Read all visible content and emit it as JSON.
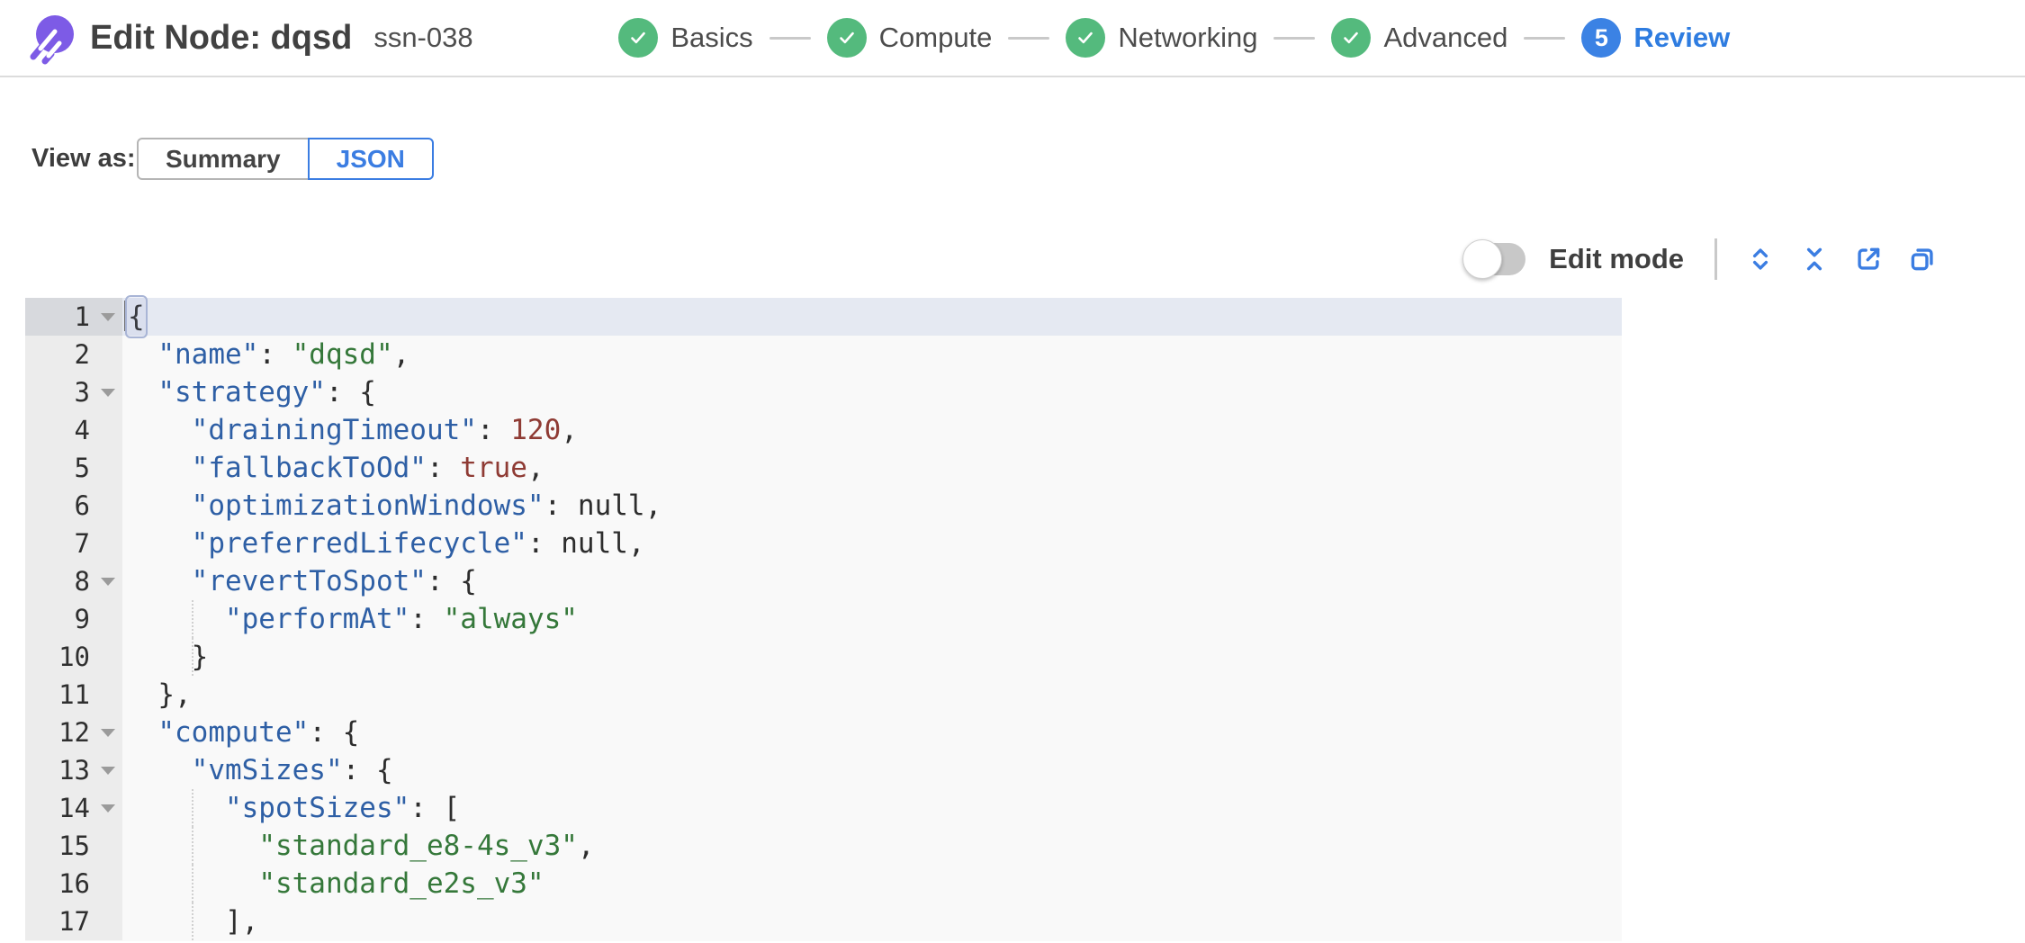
{
  "header": {
    "title": "Edit Node: dqsd",
    "node_id": "ssn-038",
    "steps": [
      {
        "label": "Basics",
        "state": "done"
      },
      {
        "label": "Compute",
        "state": "done"
      },
      {
        "label": "Networking",
        "state": "done"
      },
      {
        "label": "Advanced",
        "state": "done"
      },
      {
        "label": "Review",
        "state": "current",
        "number": "5"
      }
    ]
  },
  "view_as": {
    "label": "View as:",
    "options": [
      {
        "label": "Summary",
        "selected": false
      },
      {
        "label": "JSON",
        "selected": true
      }
    ]
  },
  "toolbar": {
    "edit_mode_label": "Edit mode",
    "edit_mode_on": false,
    "icons": [
      "expand-rows-icon",
      "collapse-rows-icon",
      "export-icon",
      "copy-icon"
    ]
  },
  "editor": {
    "active_line": 1,
    "lines": [
      {
        "num": 1,
        "fold": true,
        "cursor": true,
        "guides": [],
        "segments": [
          {
            "t": "plain",
            "c": "{",
            "bracket": true
          }
        ]
      },
      {
        "num": 2,
        "fold": false,
        "guides": [],
        "segments": [
          {
            "t": "plain",
            "c": "  "
          },
          {
            "t": "key",
            "c": "\"name\""
          },
          {
            "t": "plain",
            "c": ": "
          },
          {
            "t": "str",
            "c": "\"dqsd\""
          },
          {
            "t": "plain",
            "c": ","
          }
        ]
      },
      {
        "num": 3,
        "fold": true,
        "guides": [],
        "segments": [
          {
            "t": "plain",
            "c": "  "
          },
          {
            "t": "key",
            "c": "\"strategy\""
          },
          {
            "t": "plain",
            "c": ": {"
          }
        ]
      },
      {
        "num": 4,
        "fold": false,
        "guides": [],
        "segments": [
          {
            "t": "plain",
            "c": "    "
          },
          {
            "t": "key",
            "c": "\"drainingTimeout\""
          },
          {
            "t": "plain",
            "c": ": "
          },
          {
            "t": "num",
            "c": "120"
          },
          {
            "t": "plain",
            "c": ","
          }
        ]
      },
      {
        "num": 5,
        "fold": false,
        "guides": [],
        "segments": [
          {
            "t": "plain",
            "c": "    "
          },
          {
            "t": "key",
            "c": "\"fallbackToOd\""
          },
          {
            "t": "plain",
            "c": ": "
          },
          {
            "t": "num",
            "c": "true"
          },
          {
            "t": "plain",
            "c": ","
          }
        ]
      },
      {
        "num": 6,
        "fold": false,
        "guides": [],
        "segments": [
          {
            "t": "plain",
            "c": "    "
          },
          {
            "t": "key",
            "c": "\"optimizationWindows\""
          },
          {
            "t": "plain",
            "c": ": null,"
          }
        ]
      },
      {
        "num": 7,
        "fold": false,
        "guides": [],
        "segments": [
          {
            "t": "plain",
            "c": "    "
          },
          {
            "t": "key",
            "c": "\"preferredLifecycle\""
          },
          {
            "t": "plain",
            "c": ": null,"
          }
        ]
      },
      {
        "num": 8,
        "fold": true,
        "guides": [],
        "segments": [
          {
            "t": "plain",
            "c": "    "
          },
          {
            "t": "key",
            "c": "\"revertToSpot\""
          },
          {
            "t": "plain",
            "c": ": {"
          }
        ]
      },
      {
        "num": 9,
        "fold": false,
        "guides": [
          4
        ],
        "segments": [
          {
            "t": "plain",
            "c": "      "
          },
          {
            "t": "key",
            "c": "\"performAt\""
          },
          {
            "t": "plain",
            "c": ": "
          },
          {
            "t": "str",
            "c": "\"always\""
          }
        ]
      },
      {
        "num": 10,
        "fold": false,
        "guides": [
          4
        ],
        "segments": [
          {
            "t": "plain",
            "c": "    }"
          }
        ]
      },
      {
        "num": 11,
        "fold": false,
        "guides": [],
        "segments": [
          {
            "t": "plain",
            "c": "  },"
          }
        ]
      },
      {
        "num": 12,
        "fold": true,
        "guides": [],
        "segments": [
          {
            "t": "plain",
            "c": "  "
          },
          {
            "t": "key",
            "c": "\"compute\""
          },
          {
            "t": "plain",
            "c": ": {"
          }
        ]
      },
      {
        "num": 13,
        "fold": true,
        "guides": [],
        "segments": [
          {
            "t": "plain",
            "c": "    "
          },
          {
            "t": "key",
            "c": "\"vmSizes\""
          },
          {
            "t": "plain",
            "c": ": {"
          }
        ]
      },
      {
        "num": 14,
        "fold": true,
        "guides": [
          4
        ],
        "segments": [
          {
            "t": "plain",
            "c": "      "
          },
          {
            "t": "key",
            "c": "\"spotSizes\""
          },
          {
            "t": "plain",
            "c": ": ["
          }
        ]
      },
      {
        "num": 15,
        "fold": false,
        "guides": [
          4
        ],
        "segments": [
          {
            "t": "plain",
            "c": "        "
          },
          {
            "t": "str",
            "c": "\"standard_e8-4s_v3\""
          },
          {
            "t": "plain",
            "c": ","
          }
        ]
      },
      {
        "num": 16,
        "fold": false,
        "guides": [
          4
        ],
        "segments": [
          {
            "t": "plain",
            "c": "        "
          },
          {
            "t": "str",
            "c": "\"standard_e2s_v3\""
          }
        ]
      },
      {
        "num": 17,
        "fold": false,
        "guides": [
          4
        ],
        "segments": [
          {
            "t": "plain",
            "c": "      ],"
          }
        ]
      }
    ]
  },
  "colors": {
    "accent_blue": "#3b7de2",
    "step_done_green": "#54ba7d",
    "logo_purple": "#7d5be6",
    "token_key": "#2e5fa5",
    "token_string": "#35783a",
    "token_number": "#8f3b34",
    "gutter_bg": "#ececec",
    "active_line_bg": "#e5e9f2"
  }
}
